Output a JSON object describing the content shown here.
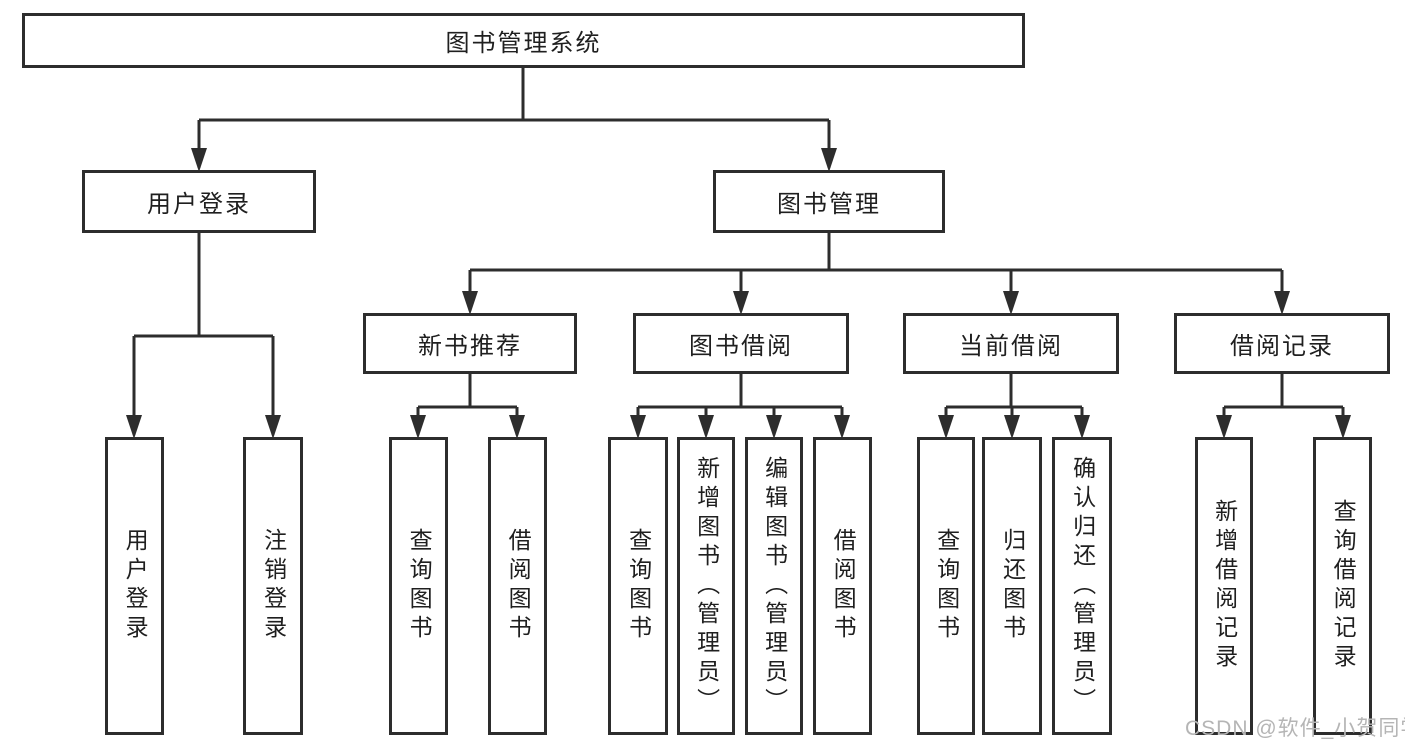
{
  "nodes": {
    "root": "图书管理系统",
    "userLogin": "用户登录",
    "bookMgmt": "图书管理",
    "newBook": "新书推荐",
    "bookBorrow": "图书借阅",
    "currentBorrow": "当前借阅",
    "borrowRecord": "借阅记录",
    "leafUserLogin": "用户登录",
    "leafLogout": "注销登录",
    "leafNbQuery": "查询图书",
    "leafNbBorrow": "借阅图书",
    "leafBbQuery": "查询图书",
    "leafBbAdd": "新增图书（管理员）",
    "leafBbEdit": "编辑图书（管理员）",
    "leafBbBorrow": "借阅图书",
    "leafCbQuery": "查询图书",
    "leafCbReturn": "归还图书",
    "leafCbConfirm": "确认归还（管理员）",
    "leafBrAdd": "新增借阅记录",
    "leafBrQuery": "查询借阅记录"
  },
  "watermark": "CSDN @软件_小贺同学",
  "colors": {
    "line": "#2d2d2d",
    "text": "#1f1f1f",
    "watermark": "#b5b5b5",
    "background": "#ffffff"
  }
}
